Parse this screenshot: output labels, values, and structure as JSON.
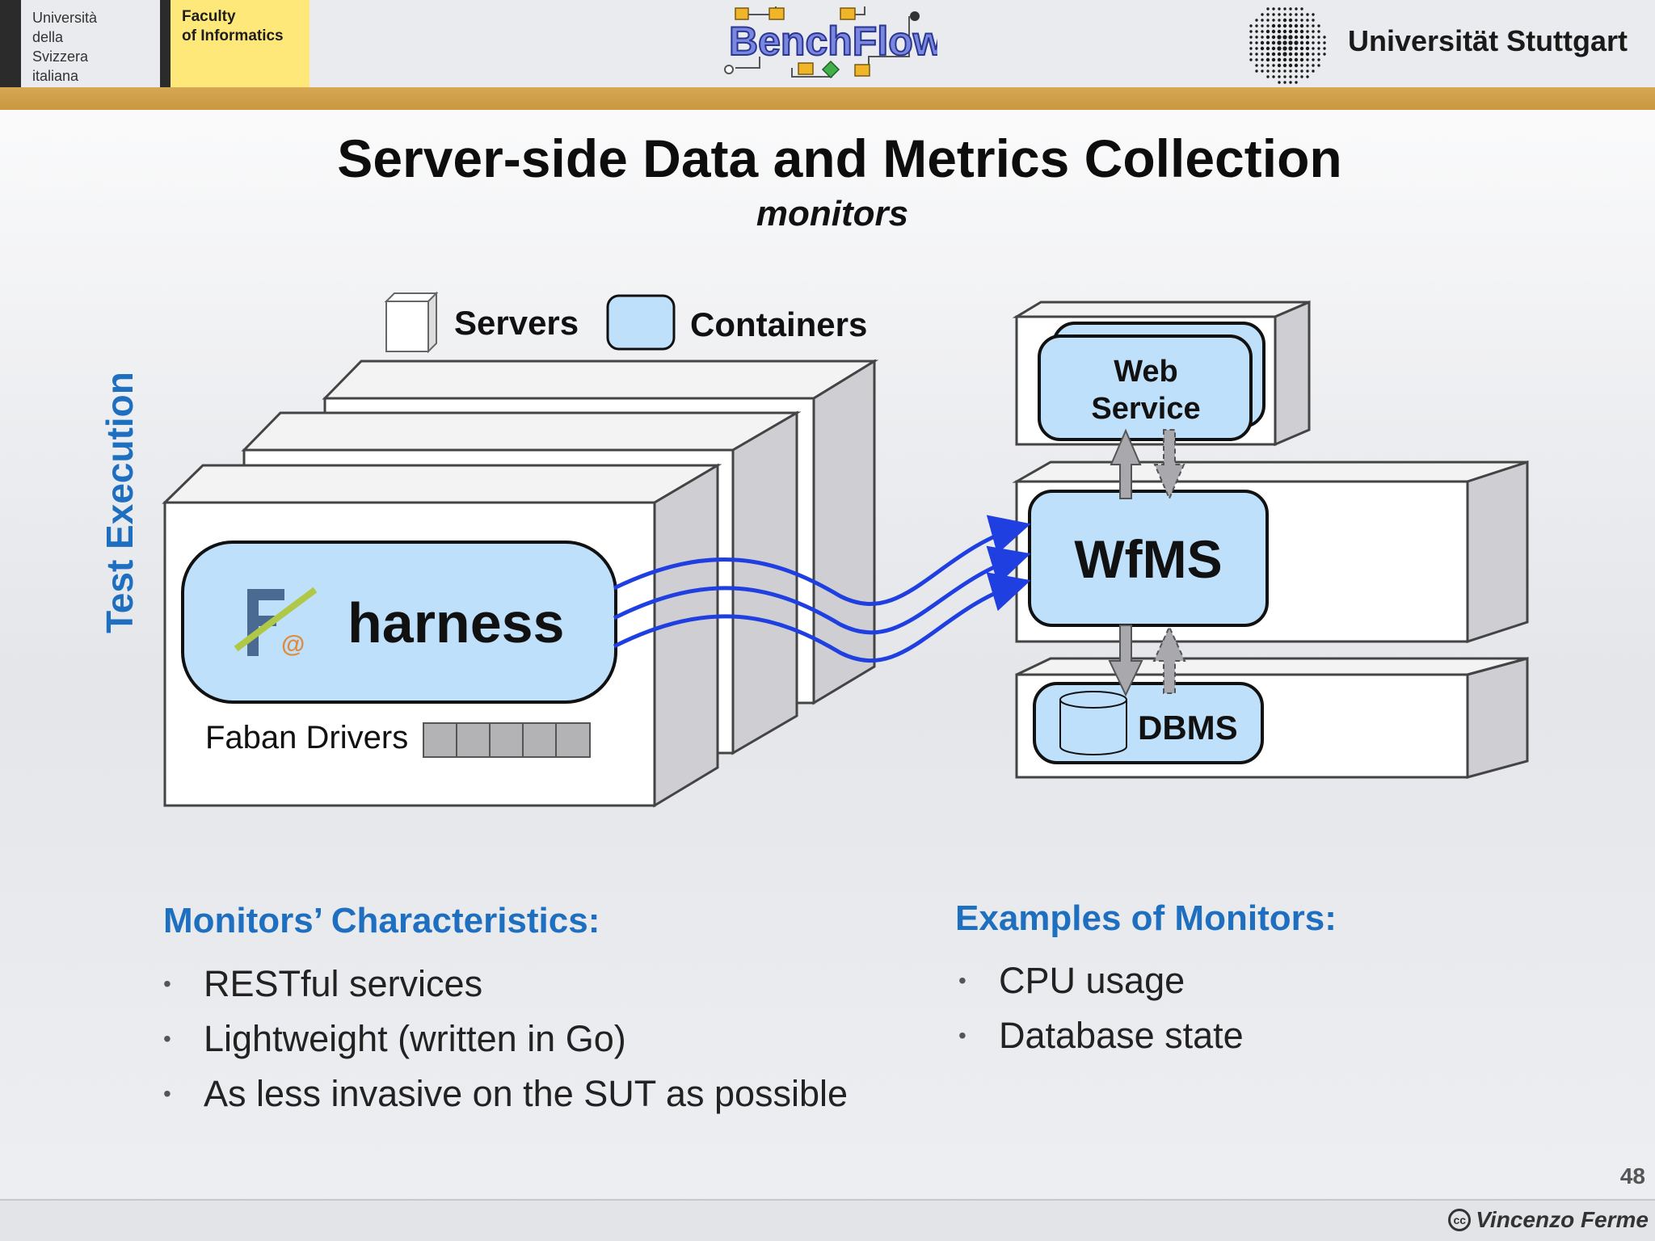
{
  "header": {
    "usi_lines": [
      "Università",
      "della",
      "Svizzera",
      "italiana"
    ],
    "faculty_lines": [
      "Faculty",
      "of Informatics"
    ],
    "benchflow_logo_text": "BenchFlow",
    "stuttgart_name": "Universität Stuttgart"
  },
  "slide": {
    "title": "Server-side Data and Metrics Collection",
    "subtitle": "monitors",
    "side_label": "Test Execution"
  },
  "diagram": {
    "legend": {
      "servers_label": "Servers",
      "containers_label": "Containers"
    },
    "harness_label": "harness",
    "faban_drivers_label": "Faban Drivers",
    "faban_logo_glyph": "@",
    "web_service_lines": [
      "Web",
      "Service"
    ],
    "wfms_label": "WfMS",
    "dbms_label": "DBMS",
    "colors": {
      "container_fill": "#bfe0fb",
      "connection_blue": "#1f3fe0",
      "heading_blue": "#1e6fbf",
      "stripe_gold": "#d1a24c"
    }
  },
  "monitors_characteristics": {
    "heading": "Monitors’ Characteristics:",
    "items": [
      "RESTful services",
      "Lightweight (written in Go)",
      "As less invasive on the SUT as possible"
    ]
  },
  "monitor_examples": {
    "heading": "Examples of Monitors:",
    "items": [
      "CPU usage",
      "Database state"
    ]
  },
  "footer": {
    "page_number": "48",
    "author": "Vincenzo Ferme"
  }
}
